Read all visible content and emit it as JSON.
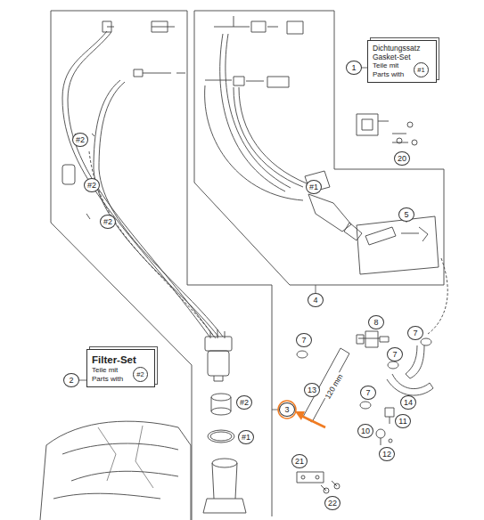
{
  "diagram": {
    "nodes": [
      {
        "text": [
          "Dichtungssatz Gasket-Set",
          "Teile mit Parts with",
          "#1"
        ]
      },
      {
        "text": [
          "Filter-Set",
          "Teile mit Parts with",
          "#2"
        ]
      }
    ],
    "labels": [
      "#2",
      "#2",
      "#2",
      "#1",
      "1",
      "20",
      "5",
      "4",
      "7",
      "8",
      "7",
      "7",
      "120 mm",
      "13",
      "2",
      "#2",
      "3",
      "14",
      "7",
      "11",
      "10",
      "12",
      "#1",
      "21",
      "22"
    ]
  }
}
